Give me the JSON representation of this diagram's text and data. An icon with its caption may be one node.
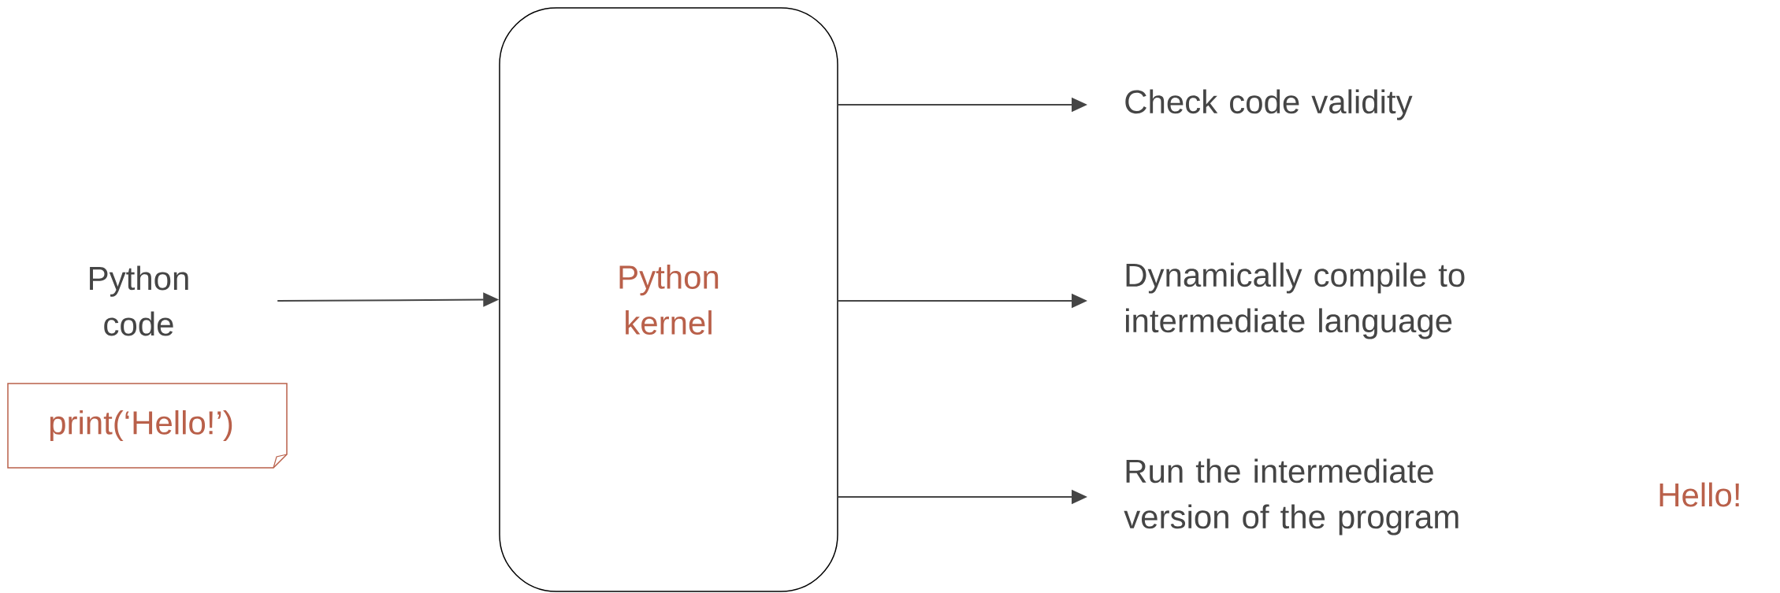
{
  "diagram": {
    "nodes": [
      {
        "text": [
          "Python code"
        ]
      },
      {
        "text": [
          "print(‘Hello!’)"
        ]
      },
      {
        "text": [
          "Python kernel"
        ]
      },
      {
        "text": [
          "Check code validity"
        ]
      },
      {
        "text": [
          "Dynamically compile to intermediate language"
        ]
      },
      {
        "text": [
          "Run the intermediate version of the program"
        ]
      }
    ],
    "edges": [
      {
        "from": 0,
        "to": 2,
        "arrow": "to"
      },
      {
        "from": 2,
        "to": 3,
        "arrow": "to"
      },
      {
        "from": 2,
        "to": 4,
        "arrow": "to"
      },
      {
        "from": 2,
        "to": 5,
        "arrow": "to"
      }
    ],
    "labels": [
      "Hello!"
    ]
  }
}
